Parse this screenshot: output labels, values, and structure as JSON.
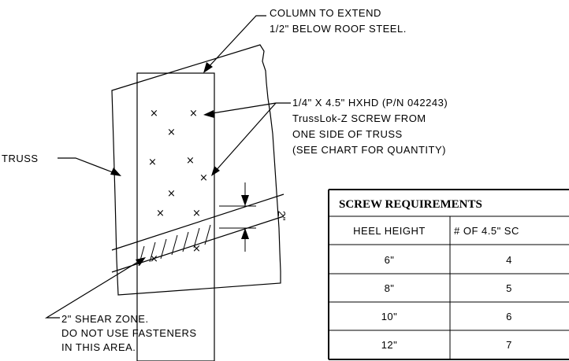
{
  "notes": {
    "column_line1": "COLUMN TO EXTEND",
    "column_line2": "1/2\" BELOW ROOF STEEL.",
    "screw_line1": "1/4\" X 4.5\" HXHD (P/N 042243)",
    "screw_line2": "TrussLok-Z SCREW FROM",
    "screw_line3": "ONE SIDE OF TRUSS",
    "screw_line4": "(SEE CHART FOR QUANTITY)",
    "truss": "TRUSS",
    "shear_line1": "2\" SHEAR ZONE.",
    "shear_line2": "DO NOT USE FASTENERS",
    "shear_line3": "IN THIS AREA.",
    "dimension": "2\"",
    "screw_mark": "×"
  },
  "table": {
    "title": "SCREW REQUIREMENTS",
    "col1_header": "HEEL HEIGHT",
    "col2_header": "# OF 4.5\" SC",
    "rows": [
      {
        "height": "6\"",
        "qty": "4"
      },
      {
        "height": "8\"",
        "qty": "5"
      },
      {
        "height": "10\"",
        "qty": "6"
      },
      {
        "height": "12\"",
        "qty": "7"
      }
    ]
  }
}
